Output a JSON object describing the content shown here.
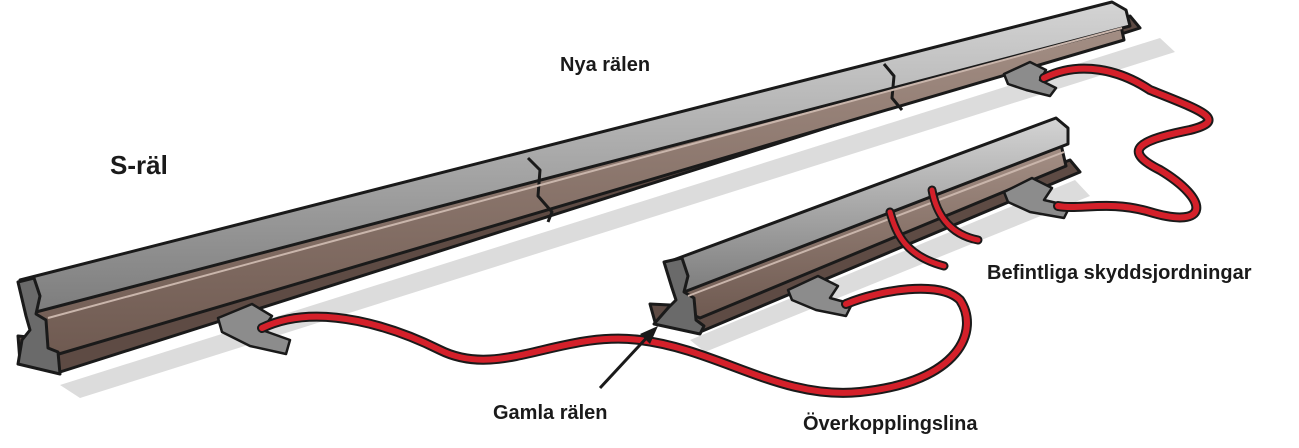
{
  "labels": {
    "s_rail": "S-räl",
    "new_rail": "Nya rälen",
    "existing_grounding": "Befintliga skyddsjordningar",
    "old_rail": "Gamla rälen",
    "transfer_cable": "Överkopplingslina"
  },
  "colors": {
    "rail_body": "#8a7268",
    "rail_head": "#9a9a9a",
    "outline": "#1a1a1a",
    "cable": "#d4202a",
    "shadow": "#d9d9d9"
  }
}
